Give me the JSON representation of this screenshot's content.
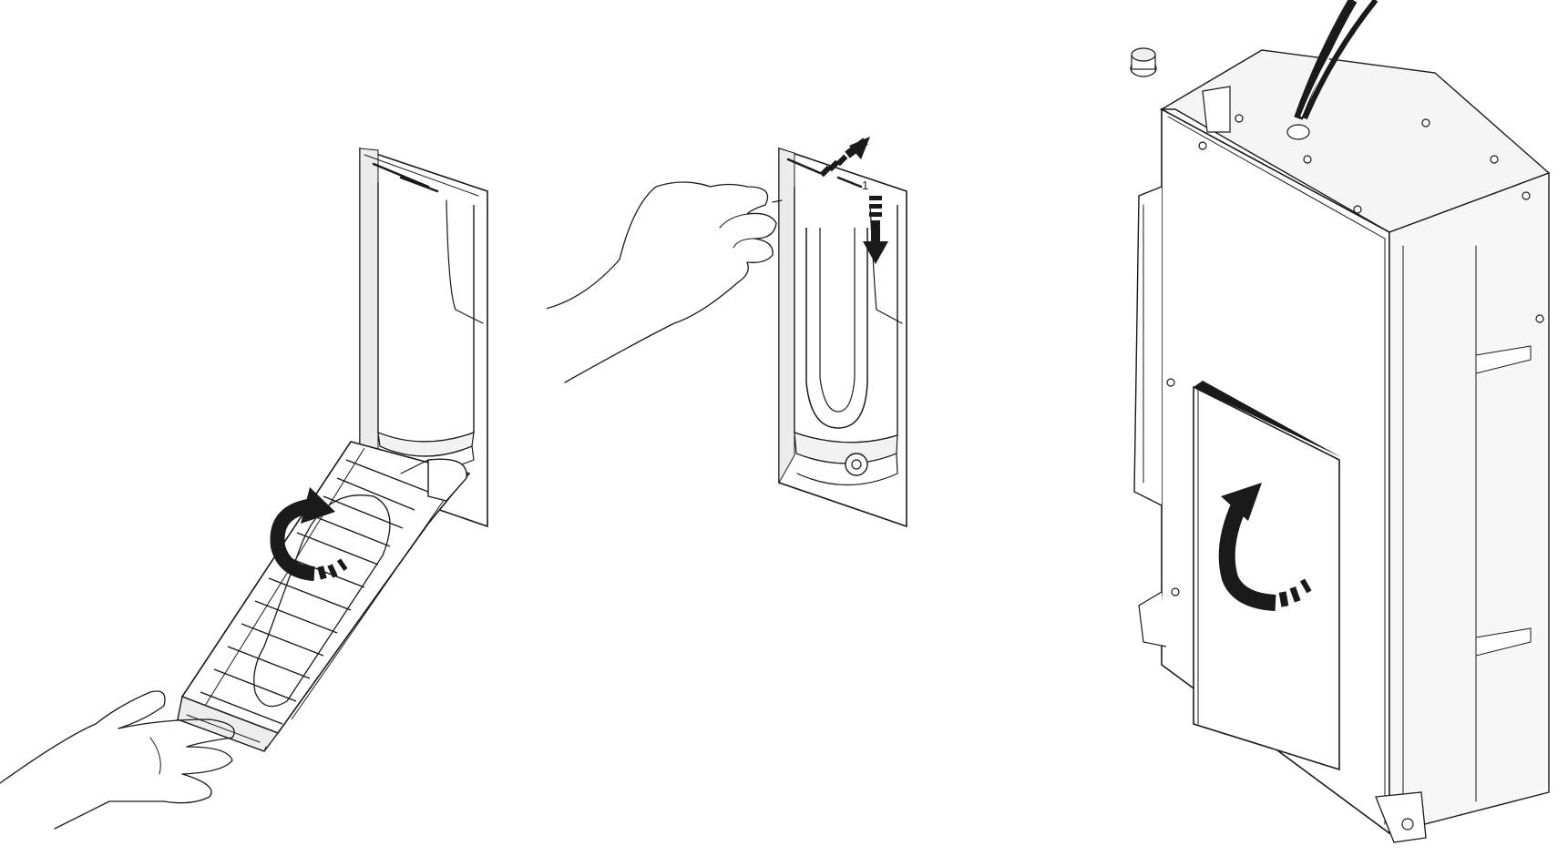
{
  "illustration": {
    "steps": [
      {
        "id": "step-1",
        "description_shown": false
      },
      {
        "id": "step-2",
        "callout_number": "1"
      },
      {
        "id": "step-3",
        "description_shown": false
      }
    ]
  },
  "colors": {
    "ink": "#1a1a1a",
    "paper": "#ffffff",
    "panel_fill": "#f2f2f2"
  },
  "icons": [
    "rotate-arrow-icon",
    "double-arrow-icon",
    "hand-icon"
  ]
}
